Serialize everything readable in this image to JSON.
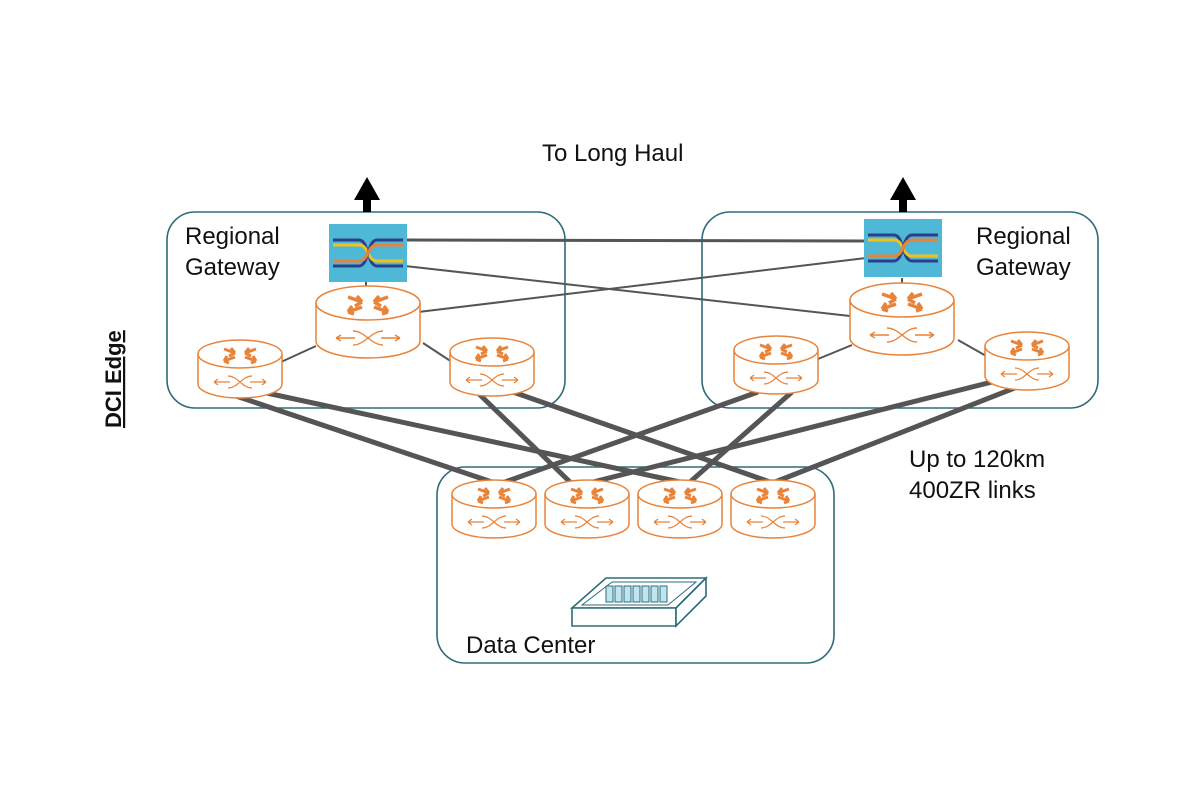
{
  "labels": {
    "long_haul": "To Long Haul",
    "left_gateway_line1": "Regional",
    "left_gateway_line2": "Gateway",
    "right_gateway_line1": "Regional",
    "right_gateway_line2": "Gateway",
    "links_line1": "Up to 120km",
    "links_line2": "400ZR links",
    "data_center": "Data Center",
    "dci_edge": "DCI Edge"
  },
  "icons": {
    "router": "router-icon",
    "optical_switch": "optical-switch-icon",
    "server_rack": "server-rack-icon",
    "uplink_arrow": "arrow-up-icon"
  },
  "colors": {
    "router": "#e8843a",
    "region_border": "#2e6b7a",
    "link": "#555555",
    "optical_bg": "#4fb8d6"
  }
}
